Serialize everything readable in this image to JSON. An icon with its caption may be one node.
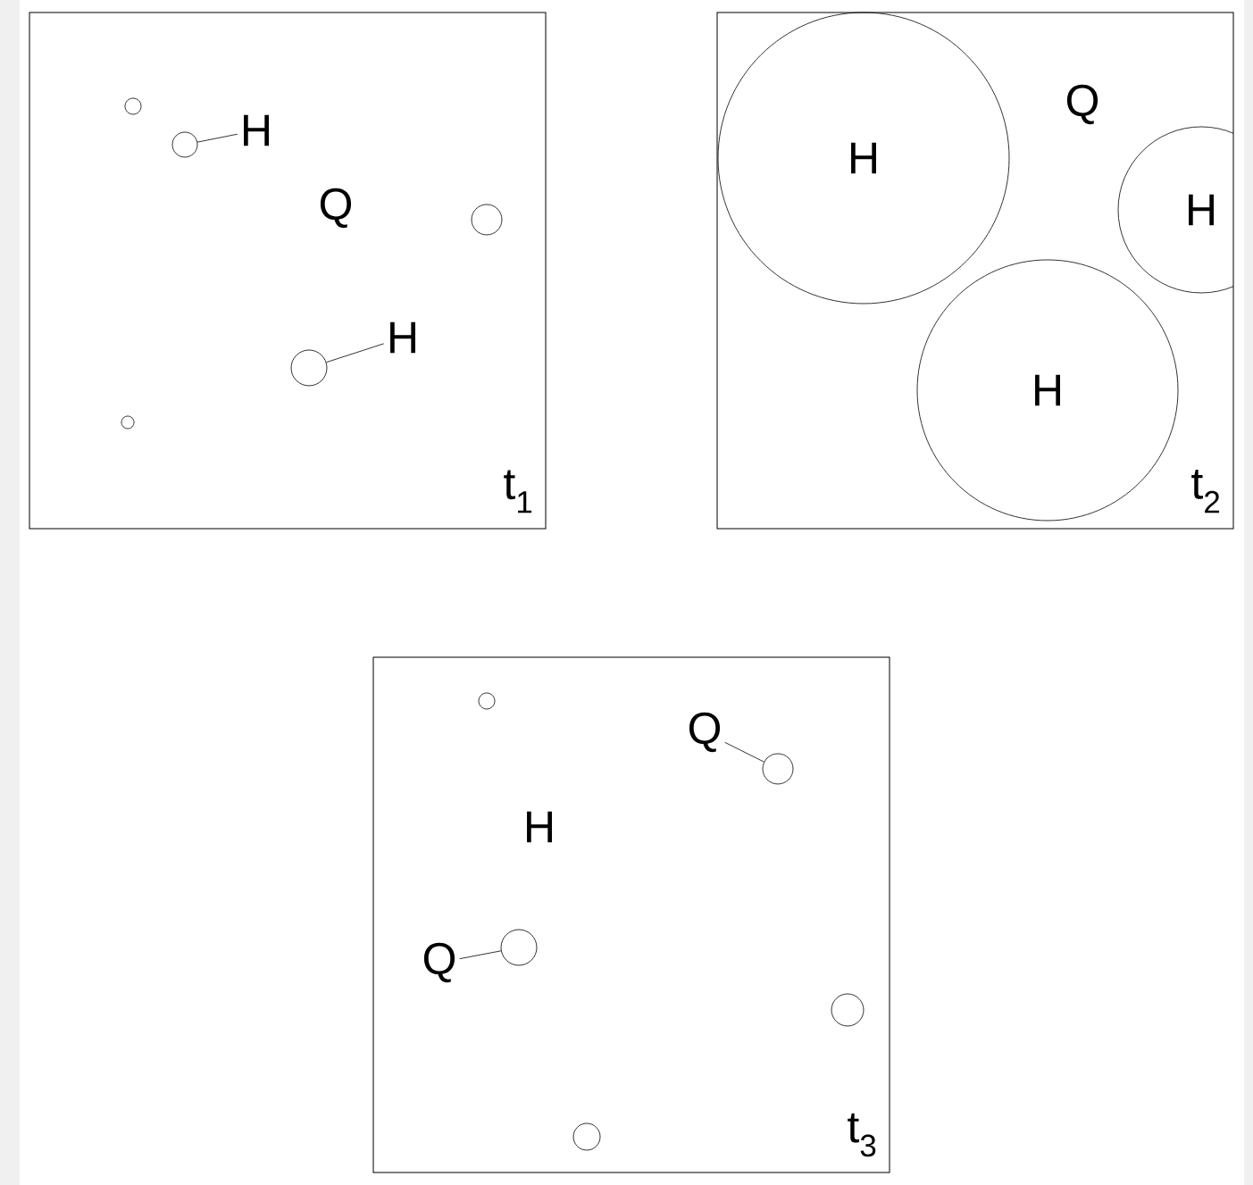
{
  "diagram": {
    "nodes": [
      {
        "text": [
          "t$_{1}$"
        ]
      },
      {
        "text": [],
        "shape": "circle",
        "in": 0
      },
      {
        "text": [],
        "shape": "circle",
        "in": 0
      },
      {
        "text": [
          "H"
        ],
        "in": 0
      },
      {
        "text": [],
        "shape": "circle",
        "in": 0
      },
      {
        "text": [],
        "shape": "circle",
        "in": 0
      },
      {
        "text": [
          "H"
        ],
        "in": 0
      },
      {
        "text": [],
        "shape": "circle",
        "in": 0
      },
      {
        "text": [
          "t$_{2}$"
        ]
      },
      {
        "text": [
          "H"
        ],
        "in": 8
      },
      {
        "text": [
          "H"
        ]
      },
      {
        "text": [
          "H"
        ],
        "in": 8
      },
      {
        "text": [
          "t$_{3}$"
        ]
      },
      {
        "text": [],
        "shape": "circle",
        "in": 12
      },
      {
        "text": [
          "Q"
        ],
        "in": 12
      },
      {
        "text": [],
        "shape": "circle",
        "in": 12
      },
      {
        "text": [
          "Q"
        ],
        "in": 12
      },
      {
        "text": [],
        "shape": "circle",
        "in": 12
      },
      {
        "text": [],
        "shape": "circle",
        "in": 12
      },
      {
        "text": [],
        "shape": "circle",
        "in": 12
      }
    ],
    "edges": [
      {
        "from": 3,
        "to": 2,
        "arrow": "none"
      },
      {
        "from": 6,
        "to": 5,
        "arrow": "none"
      },
      {
        "from": 14,
        "to": 15,
        "arrow": "none"
      },
      {
        "from": 16,
        "to": 17,
        "arrow": "none"
      }
    ],
    "labels": [
      "Q",
      "Q",
      "H"
    ]
  }
}
